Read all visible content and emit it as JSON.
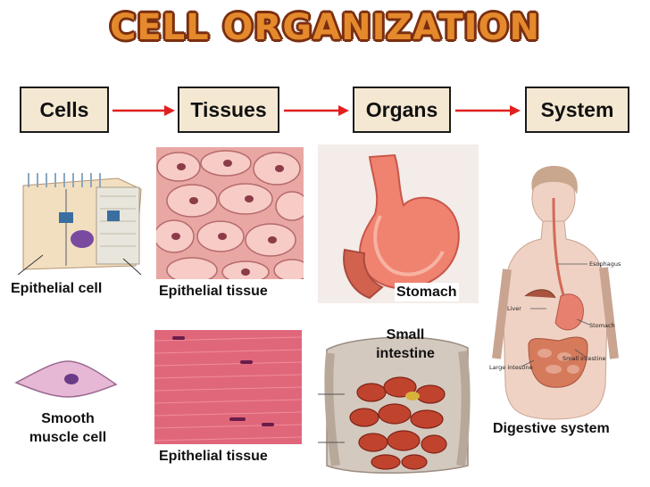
{
  "title": "CELL ORGANIZATION",
  "stages": [
    {
      "label": "Cells"
    },
    {
      "label": "Tissues"
    },
    {
      "label": "Organs"
    },
    {
      "label": "System"
    }
  ],
  "labels": {
    "epithelial_cell": "Epithelial cell",
    "epithelial_tissue_top": "Epithelial tissue",
    "stomach": "Stomach",
    "small_intestine_1": "Small",
    "small_intestine_2": "intestine",
    "smooth_muscle_1": "Smooth",
    "smooth_muscle_2": "muscle cell",
    "epithelial_tissue_bottom": "Epithelial tissue",
    "digestive_system": "Digestive system"
  },
  "figure_labels": {
    "esophagus": "Esophagus",
    "liver": "Liver",
    "stomach": "Stomach",
    "small_intestine": "Small intestine",
    "large_intestine": "Large intestine"
  },
  "colors": {
    "title_fill": "#e58a2c",
    "title_outline": "#7a2f10",
    "box_fill": "#f4e8d2",
    "arrow": "#e02020"
  }
}
